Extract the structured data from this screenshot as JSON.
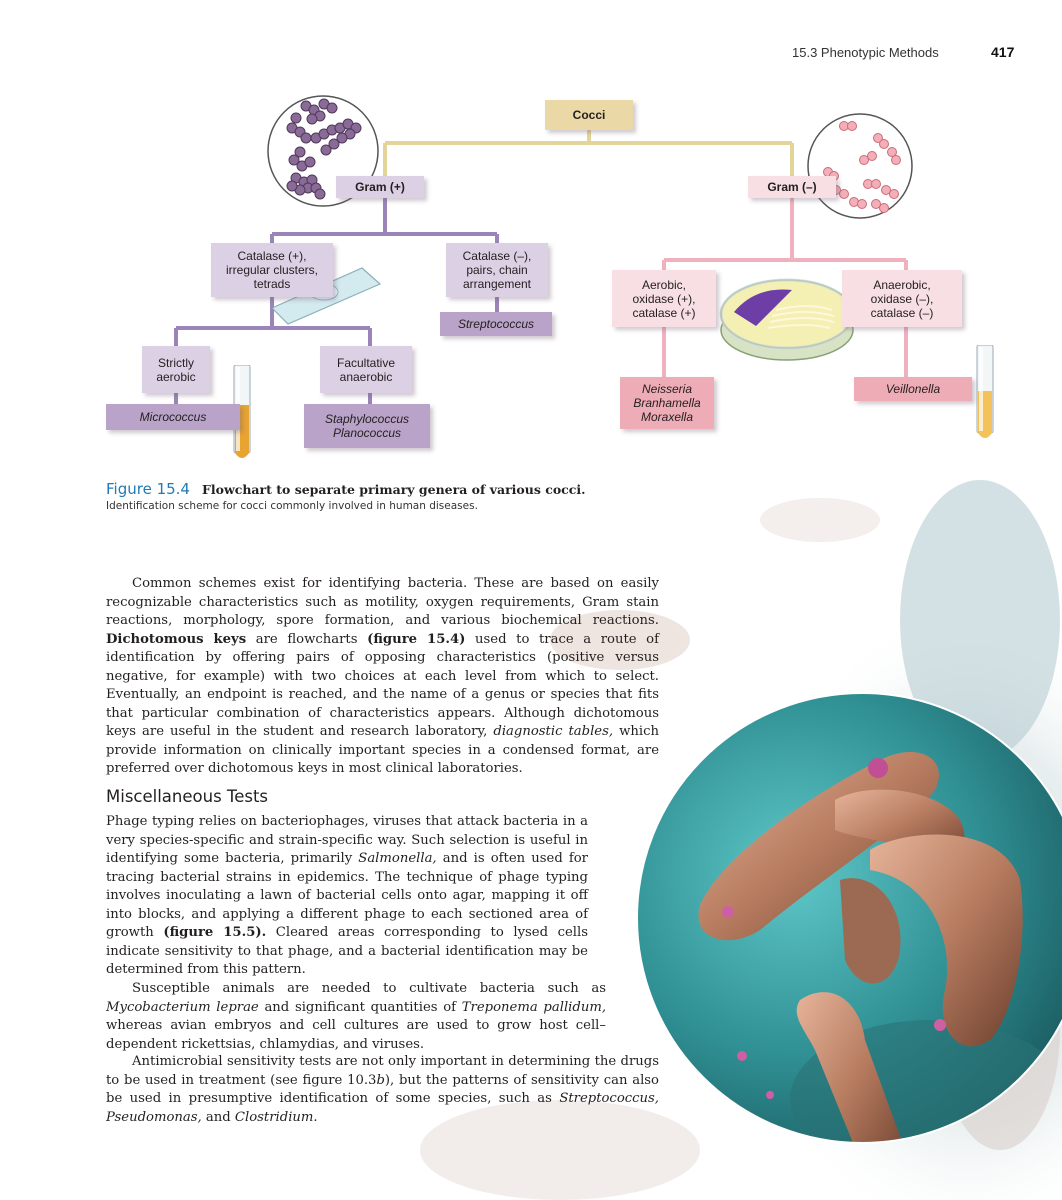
{
  "header": {
    "section": "15.3  Phenotypic Methods",
    "page_number": "417"
  },
  "flowchart": {
    "root": "Cocci",
    "gram_pos": "Gram (+)",
    "gram_neg": "Gram (–)",
    "catalase_pos": "Catalase (+), irregular clusters, tetrads",
    "catalase_neg": "Catalase (–), pairs, chain arrangement",
    "streptococcus": "Streptococcus",
    "strictly_aerobic": "Strictly aerobic",
    "facultative": "Facultative anaerobic",
    "micrococcus": "Micrococcus",
    "staphylococcus": "Staphylococcus Planococcus",
    "aerobic": "Aerobic, oxidase (+), catalase (+)",
    "anaerobic": "Anaerobic, oxidase (–), catalase (–)",
    "neisseria": "Neisseria Branhamella Moraxella",
    "veillonella": "Veillonella"
  },
  "caption": {
    "label": "Figure 15.4",
    "title": "Flowchart to separate primary genera of various cocci.",
    "subtitle": "Identification scheme for cocci commonly involved in human diseases."
  },
  "body": {
    "section_heading": "Miscellaneous Tests"
  },
  "colors": {
    "figure_label": "#1f7bb8",
    "gram_pos_line": "#9a84b8",
    "gram_neg_line": "#eeb1bd",
    "root_line": "#e3d49a"
  }
}
